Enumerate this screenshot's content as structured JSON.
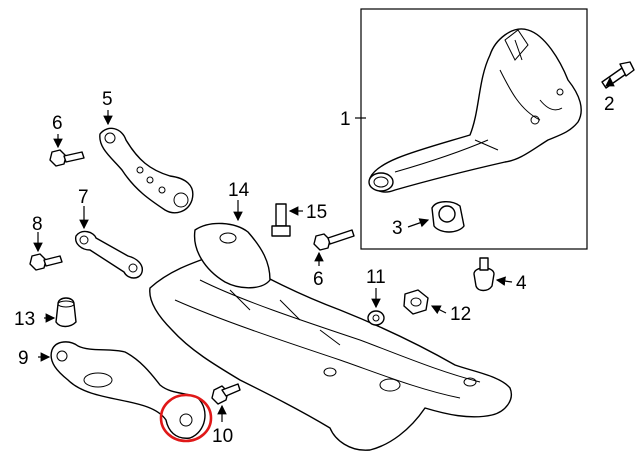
{
  "callouts": {
    "c1": "1",
    "c2": "2",
    "c3": "3",
    "c4": "4",
    "c5": "5",
    "c6a": "6",
    "c6b": "6",
    "c7": "7",
    "c8": "8",
    "c9": "9",
    "c10": "10",
    "c11": "11",
    "c12": "12",
    "c13": "13",
    "c14": "14",
    "c15": "15"
  },
  "highlight": {
    "color": "#e01818",
    "target": "lower-control-arm-bushing-end"
  }
}
